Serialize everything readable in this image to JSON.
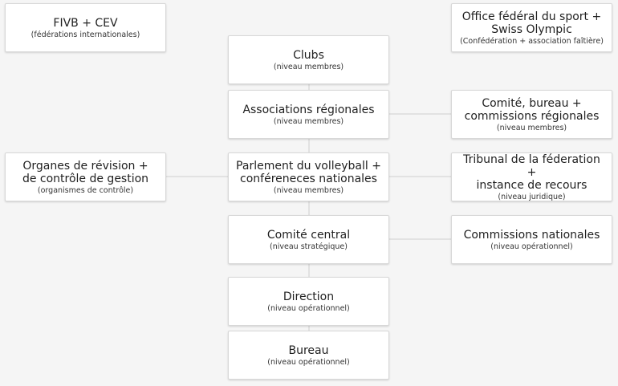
{
  "nodes": {
    "fivb": {
      "title": "FIVB + CEV",
      "sub": "(fédérations internationales)"
    },
    "ofs": {
      "title": "Office fédéral du sport +\nSwiss Olympic",
      "sub": "(Confédération + association faîtière)"
    },
    "clubs": {
      "title": "Clubs",
      "sub": "(niveau membres)"
    },
    "associations": {
      "title": "Associations régionales",
      "sub": "(niveau membres)"
    },
    "comite_bureau": {
      "title": "Comité, bureau +\ncommissions régionales",
      "sub": "(niveau membres)"
    },
    "organes": {
      "title": "Organes de révision +\nde contrôle de gestion",
      "sub": "(organismes de contrôle)"
    },
    "parlement": {
      "title": "Parlement du volleyball +\nconféreneces nationales",
      "sub": "(niveau membres)"
    },
    "tribunal": {
      "title": "Tribunal de la féderation +\ninstance de recours",
      "sub": "(niveau juridique)"
    },
    "comite_central": {
      "title": "Comité central",
      "sub": "(niveau stratégique)"
    },
    "commissions": {
      "title": "Commissions nationales",
      "sub": "(niveau opérationnel)"
    },
    "direction": {
      "title": "Direction",
      "sub": "(niveau opérationnel)"
    },
    "bureau": {
      "title": "Bureau",
      "sub": "(niveau opérationnel)"
    }
  },
  "colors": {
    "connector": "#d0d0d0",
    "box_border": "#d8d8d8",
    "background": "#f5f5f5"
  }
}
